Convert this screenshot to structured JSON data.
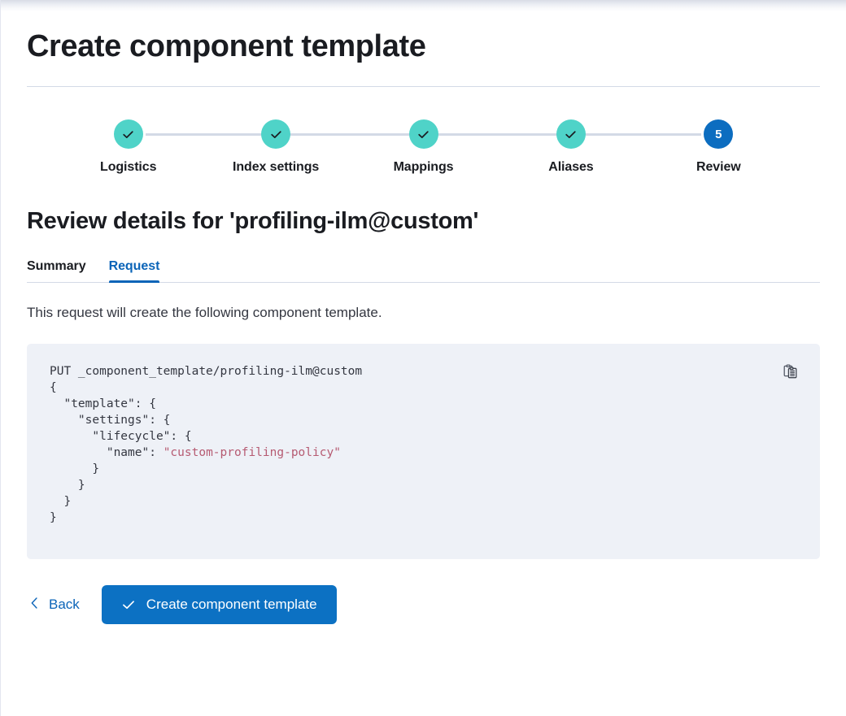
{
  "page": {
    "title": "Create component template"
  },
  "wizard": {
    "steps": [
      {
        "label": "Logistics",
        "state": "complete",
        "icon": "check-icon",
        "number": "1"
      },
      {
        "label": "Index settings",
        "state": "complete",
        "icon": "check-icon",
        "number": "2"
      },
      {
        "label": "Mappings",
        "state": "complete",
        "icon": "check-icon",
        "number": "3"
      },
      {
        "label": "Aliases",
        "state": "complete",
        "icon": "check-icon",
        "number": "4"
      },
      {
        "label": "Review",
        "state": "current",
        "icon": "",
        "number": "5"
      }
    ]
  },
  "review": {
    "heading": "Review details for 'profiling-ilm@custom'",
    "tabs": [
      {
        "label": "Summary",
        "active": false
      },
      {
        "label": "Request",
        "active": true
      }
    ],
    "description": "This request will create the following component template.",
    "request": {
      "method_line": "PUT _component_template/profiling-ilm@custom",
      "body_before_string": "{\n  \"template\": {\n    \"settings\": {\n      \"lifecycle\": {\n        \"name\": ",
      "string_value": "\"custom-profiling-policy\"",
      "body_after_string": "\n      }\n    }\n  }\n}"
    },
    "copy_icon": "clipboard-copy-icon"
  },
  "footer": {
    "back_label": "Back",
    "back_icon": "chevron-left-icon",
    "submit_label": "Create component template",
    "submit_icon": "check-icon"
  },
  "colors": {
    "primary": "#0c71c3",
    "link": "#0b64b8",
    "step_complete": "#4fd3c8",
    "step_current": "#0c6dc0",
    "code_bg": "#eef1f7",
    "code_string": "#b65b72",
    "divider": "#d3dae6",
    "text": "#1a1c21",
    "text_muted": "#343741"
  }
}
